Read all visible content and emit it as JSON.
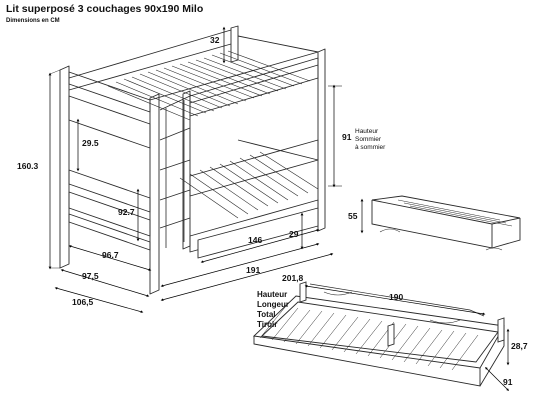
{
  "header": {
    "title": "Lit superposé 3 couchages 90x190 Milo",
    "subtitle": "Dimensions en CM"
  },
  "dimensions": {
    "top_gap": "32",
    "total_height": "160.3",
    "rail_height": "29.5",
    "lower_bunk_height": "92.7",
    "inner_width_a": "96.7",
    "inner_width_b": "97,5",
    "outer_width": "106,5",
    "bed_length_inner": "191",
    "bed_length_outer": "201,8",
    "drawer_length": "146",
    "drawer_front_height": "29",
    "bunk_spacing": "91",
    "trundle_height": "55",
    "trundle_length": "190",
    "trundle_total_height": "28,7",
    "trundle_width": "91"
  },
  "notes": {
    "bunk_spacing_lines": [
      "Hauteur",
      "Sommier",
      "à sommier"
    ]
  },
  "trundle_legend": {
    "lines": [
      "Hauteur",
      "Longeur",
      "Total",
      "Tiroir"
    ]
  },
  "colors": {
    "line": "#2a2a2a",
    "accent": "#000000"
  }
}
